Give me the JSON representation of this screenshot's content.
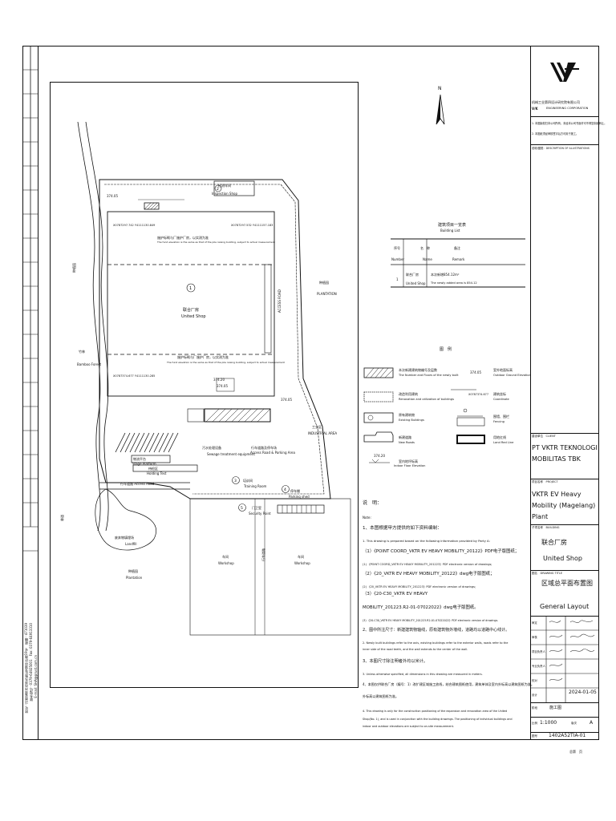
{
  "north_label": "N",
  "building_list": {
    "title_cn": "建筑项目一览表",
    "title_en": "Building List",
    "headers": [
      {
        "cn": "序号",
        "en": "Number"
      },
      {
        "cn": "名　称",
        "en": "Name"
      },
      {
        "cn": "备注",
        "en": "Remark"
      }
    ],
    "row": {
      "num": "1",
      "name_cn": "联合厂房",
      "name_en": "United Shop",
      "remark_cn": "本次新增854.12m²",
      "remark_en": "The newly added area is 854.12"
    }
  },
  "legend": {
    "title": "图　例",
    "items": [
      {
        "cn": "本次新建建筑物编号及层数",
        "en": "The Number and Floors of the newly built"
      },
      {
        "cn": "改造利用建筑",
        "en": "Renovation and utilization of buildings"
      },
      {
        "cn": "原有建筑物",
        "en": "Existing Buildings"
      },
      {
        "cn": "新建道路",
        "en": "New Roads"
      },
      {
        "cn": "室内地坪标高",
        "en": "Indoor Floor Elevation"
      }
    ],
    "items_right": [
      {
        "cn": "室外地面标高",
        "en": "Outdoor Ground Elevation"
      },
      {
        "cn": "建筑坐标",
        "en": "Coordinate"
      },
      {
        "cn": "围墙、围栏",
        "en": "Fencing"
      },
      {
        "cn": "用地红线",
        "en": "Land Red Line"
      }
    ],
    "sample_elev": "374.05",
    "sample_coord": "X0787374.677",
    "sample_indoor": "374.20"
  },
  "map": {
    "labels": {
      "inspection": "检测车间",
      "inspection_en": "Inspection Shop",
      "united_shop_cn": "联合厂房",
      "united_shop_en": "United Shop",
      "plantation_cn": "种植园",
      "plantation_en": "PLANTATION",
      "access_road": "ACCESS ROAD",
      "access_road_cn": "行车道路",
      "industrial_cn": "工业区",
      "industrial_en": "INDUSTRIAL AREA",
      "bamboo_cn": "竹林",
      "bamboo_en": "Bamboo Forest",
      "sewage_cn": "污水处理设备",
      "sewage_en": "Sewage treatment equipment",
      "stage_cn": "物流平台",
      "stage_en": "Stage Platform",
      "holding_cn": "待检区",
      "holding_en": "Holding Test",
      "access_parking_cn": "行车道路及停车场",
      "access_parking_en": "Access Road & Parking Area",
      "access_road2": "行车道路  Access Road",
      "landfill_cn": "废弃物填埋场",
      "landfill_en": "Landfill",
      "plantation2_cn": "种植园",
      "plantation2_en": "Plantation",
      "workshop1_cn": "车间",
      "workshop1_en": "Workshop",
      "workshop2_cn": "车间",
      "workshop2_en": "Workshop",
      "training_cn": "培训间",
      "training_en": "Training Room",
      "security_cn": "门卫室",
      "security_en": "Security Point",
      "parking_cn": "停车棚",
      "parking_en": "Parking shed",
      "top_note": "施护标砌与厂施护厂房，以实测为准",
      "top_note_en": "The fund elevation is the same as that of the pile raising building, subject to actual measurement",
      "mid_note": "施护标砌与厂施护厂房，以实测为准",
      "mid_note_en": "The fund elevation is the same as that of the pile raising building, subject to actual measurement",
      "coord1": "X0787297.742\nY4111130.849",
      "coord2": "X0787297.532\nY4111157.183",
      "coord3": "X0787374.677\nY4111130.285",
      "elev_a": "374.05",
      "elev_b": "374.05",
      "elev_c": "374.20",
      "elev_d": "374.05",
      "lab_left_cn": "种植园",
      "lab_left_en": "plantation",
      "road_left": "林道"
    }
  },
  "notes": {
    "title_cn": "说　明：",
    "title_en": "Note:",
    "lines": [
      "1、本图根据甲方提供的如下资料编制：",
      "1. This drawing is prepared based on the following information provided by Party A:",
      "（1）《POINT COORD_VKTR EV HEAVY MOBILITY_20122》PDF电子版图纸；",
      "(1) 《POINT COORD_VKTR EV HEAVY MOBILITY_201223》PDF electronic version of drawings;",
      "（2）《20_VKTR EV HEAVY MOBILITY_20122》dwg电子版图纸；",
      "(2) 《20_VKTR EV HEAVY MOBILITY_201223》PDF electronic version of drawings;",
      "（3）《20-C30_VKTR EV HEAVY",
      "MOBILITY_201223.R2-01-07022022》dwg电子版图纸。",
      "(3) 《20-C30_VKTR EV HEAVY MOBILITY_201223.R2-01-07022022》PDF electronic version of drawings.",
      "2、图中所注尺寸：新建建筑物轴线，原有建筑物外墙线，道路均以道路中心线计。",
      "2. Newly built buildings refer to the axis, existing buildings refer to the exterior walls, roads refer to the",
      "inner side of the road teeth, and the wall extends to the center of the wall.",
      "3、本图尺寸除注明者外均以米计。",
      "3. Unless otherwise specified, all dimensions in this drawing are measured in meters.",
      "4、本图仅供联合厂房（编号：1）改扩建区域施工放线，结合建筑图纸使用，建筑单体及室内外标高以建筑图纸为准。",
      "外标高以建筑图纸为准。",
      "4. This drawing is only for the construction positioning of the expansion and renovation area of the United",
      "Shop(No. 1), and is used in conjunction with the building drawings. The positioning of individual buildings and",
      "indoor and outdoor elevations are subject to on-site measurement."
    ]
  },
  "title_block": {
    "org_cn": "机械工业第四设计研究院有限公司",
    "org_en": "ENGINEERING CORPORATION",
    "org_logo": "V/K",
    "warn1": "1. 本图版权归本公司所有，未经本公司书面许可不得复制或转让。",
    "warn2": "2. 本图纸须经审核签字后方可用于施工。",
    "desc_label": "说明/图框：DESCRIPTION OF ILLUSTRATIONS",
    "client_label": "建设单位　CLIENT",
    "client_name": "PT VKTR TEKNOLOGI MOBILITAS TBK",
    "project_label": "项目名称　PROJECT",
    "project_name": "VKTR EV Heavy Mobility (Magelang) Plant",
    "building_label": "子项名称　BUILDING",
    "building_cn": "联合厂房",
    "building_en": "United Shop",
    "drawing_label": "图名　DRAWING TITLE",
    "drawing_cn": "区域总平面布置图",
    "drawing_en": "General Layout",
    "sign_labels": [
      "审定",
      "审核",
      "项目负责人",
      "专业负责人",
      "校对",
      "设计"
    ],
    "date": "2024-01-05",
    "stage_label": "阶段",
    "stage_val": "施工图",
    "scale_label": "比例",
    "scale_val": "1:1000",
    "version_label": "版次",
    "version_val": "A",
    "drawing_no_label": "图号",
    "drawing_no": "1402A52TIA-01",
    "sheet_label": "总第　页"
  },
  "left_strip": {
    "address": "地址：河南省郑州市郑东新区龙湖中环路19号　邮编：471039",
    "phone": "联系电话：0379-64925001　Fax: 0379-64913310",
    "email": "E-mail: SHA@prust.com.cn"
  }
}
